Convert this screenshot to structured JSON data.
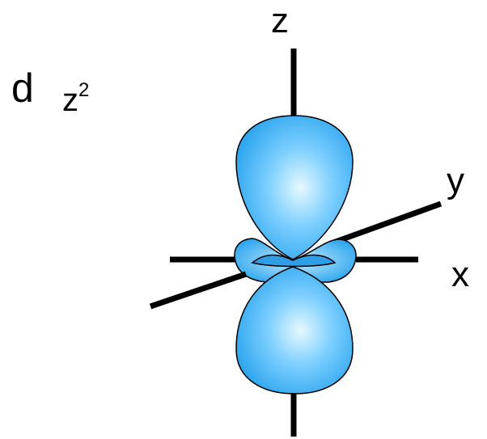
{
  "orbital_label": {
    "letter": "d",
    "subscript_base": "z",
    "subscript_power": "2"
  },
  "axes": {
    "z_label": "z",
    "y_label": "y",
    "x_label": "x"
  },
  "colors": {
    "lobe_center": "#e6f9ff",
    "lobe_edge": "#2aa4ee",
    "axis_stroke": "#000000",
    "outline": "#000000"
  }
}
